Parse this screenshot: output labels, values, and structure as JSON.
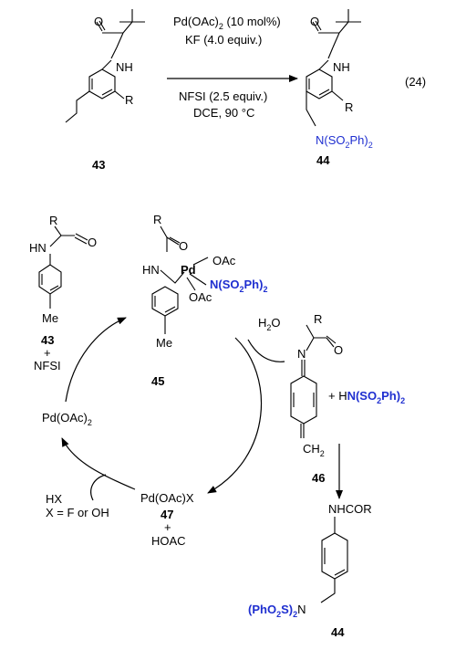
{
  "reaction_24": {
    "conditions_line1": "Pd(OAc)",
    "conditions_line1_sub": "2",
    "conditions_line1_rest": " (10 mol%)",
    "conditions_line2": "KF (4.0 equiv.)",
    "conditions_line3": "NFSI (2.5 equiv.)",
    "conditions_line4": "DCE, 90 °C",
    "equation_number": "(24)",
    "substrate": {
      "nh": "NH",
      "r": "R",
      "label": "43"
    },
    "product": {
      "nh": "NH",
      "r": "R",
      "n_group": "N(SO",
      "n_group_sub": "2",
      "n_group_mid": "Ph)",
      "n_group_sub2": "2",
      "label": "44"
    }
  },
  "mechanism": {
    "start_compound": {
      "r": "R",
      "hn": "HN",
      "me": "Me",
      "label": "43",
      "plus": "+",
      "reagent": "NFSI"
    },
    "intermediate_45": {
      "r": "R",
      "o": "O",
      "hn": "HN",
      "pd": "Pd",
      "oac_top": "OAc",
      "oac_bottom": "OAc",
      "n_group": "N(SO",
      "n_sub": "2",
      "n_mid": "Ph)",
      "n_sub2": "2",
      "me": "Me",
      "label": "45"
    },
    "water": {
      "text": "H",
      "sub": "2",
      "rest": "O"
    },
    "intermediate_46": {
      "r": "R",
      "n": "N",
      "ch2": "CH",
      "ch2_sub": "2",
      "label": "46"
    },
    "byproduct": {
      "plus": "+ H",
      "n_group": "N(SO",
      "n_sub": "2",
      "n_mid": "Ph)",
      "n_sub2": "2"
    },
    "catalyst": {
      "text": "Pd(OAc)",
      "sub": "2"
    },
    "pdx": {
      "text": "Pd(OAc)X",
      "label": "47",
      "plus": "+",
      "acid": "HOAC"
    },
    "hx": {
      "line1": "HX",
      "line2": "X = F or OH"
    },
    "final_product": {
      "nhcor": "NHCOR",
      "n_group": "(PhO",
      "n_sub": "2",
      "n_mid": "S)",
      "n_sub2": "2",
      "n_end": "N",
      "label": "44"
    }
  },
  "colors": {
    "highlight": "#1f2fd0",
    "ink": "#000000"
  }
}
